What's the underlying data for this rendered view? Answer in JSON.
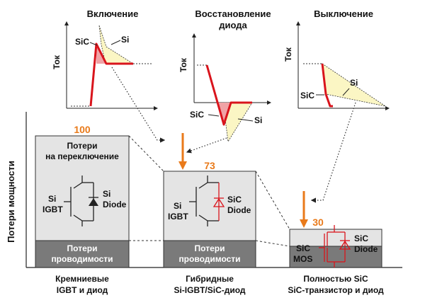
{
  "waveforms": {
    "turn_on": {
      "title": "Включение",
      "sic": "SiC",
      "si": "Si"
    },
    "recovery": {
      "title_line1": "Восстановление",
      "title_line2": "диода",
      "sic": "SiC",
      "si": "Si"
    },
    "turn_off": {
      "title": "Выключение",
      "sic": "SiC",
      "si": "Si"
    },
    "y_axis_label": "Ток"
  },
  "main_axis_label": "Потери мощности",
  "columns": [
    {
      "value": "100",
      "switching_label_line1": "Потери",
      "switching_label_line2": "на переключение",
      "conduction_label_line1": "Потери",
      "conduction_label_line2": "проводимости",
      "transistor_label_line1": "Si",
      "transistor_label_line2": "IGBT",
      "diode_label_line1": "Si",
      "diode_label_line2": "Diode",
      "caption_line1": "Кремниевые",
      "caption_line2": "IGBT и диод"
    },
    {
      "value": "73",
      "conduction_label_line1": "Потери",
      "conduction_label_line2": "проводимости",
      "transistor_label_line1": "Si",
      "transistor_label_line2": "IGBT",
      "diode_label_line1": "SiC",
      "diode_label_line2": "Diode",
      "caption_line1": "Гибридные",
      "caption_line2": "Si-IGBT/SiC-диод"
    },
    {
      "value": "30",
      "transistor_label_line1": "SiC",
      "transistor_label_line2": "MOS",
      "diode_label_line1": "SiC",
      "diode_label_line2": "Diode",
      "caption_line1": "Полностью SiC",
      "caption_line2": "SiC-транзистор и диод"
    }
  ],
  "colors": {
    "sic_line": "#d9141c",
    "si_area": "#fbf6c4",
    "accent_orange": "#e97a1a",
    "switching_fill": "#e4e4e4",
    "conduction_fill": "#7a7a7a"
  }
}
